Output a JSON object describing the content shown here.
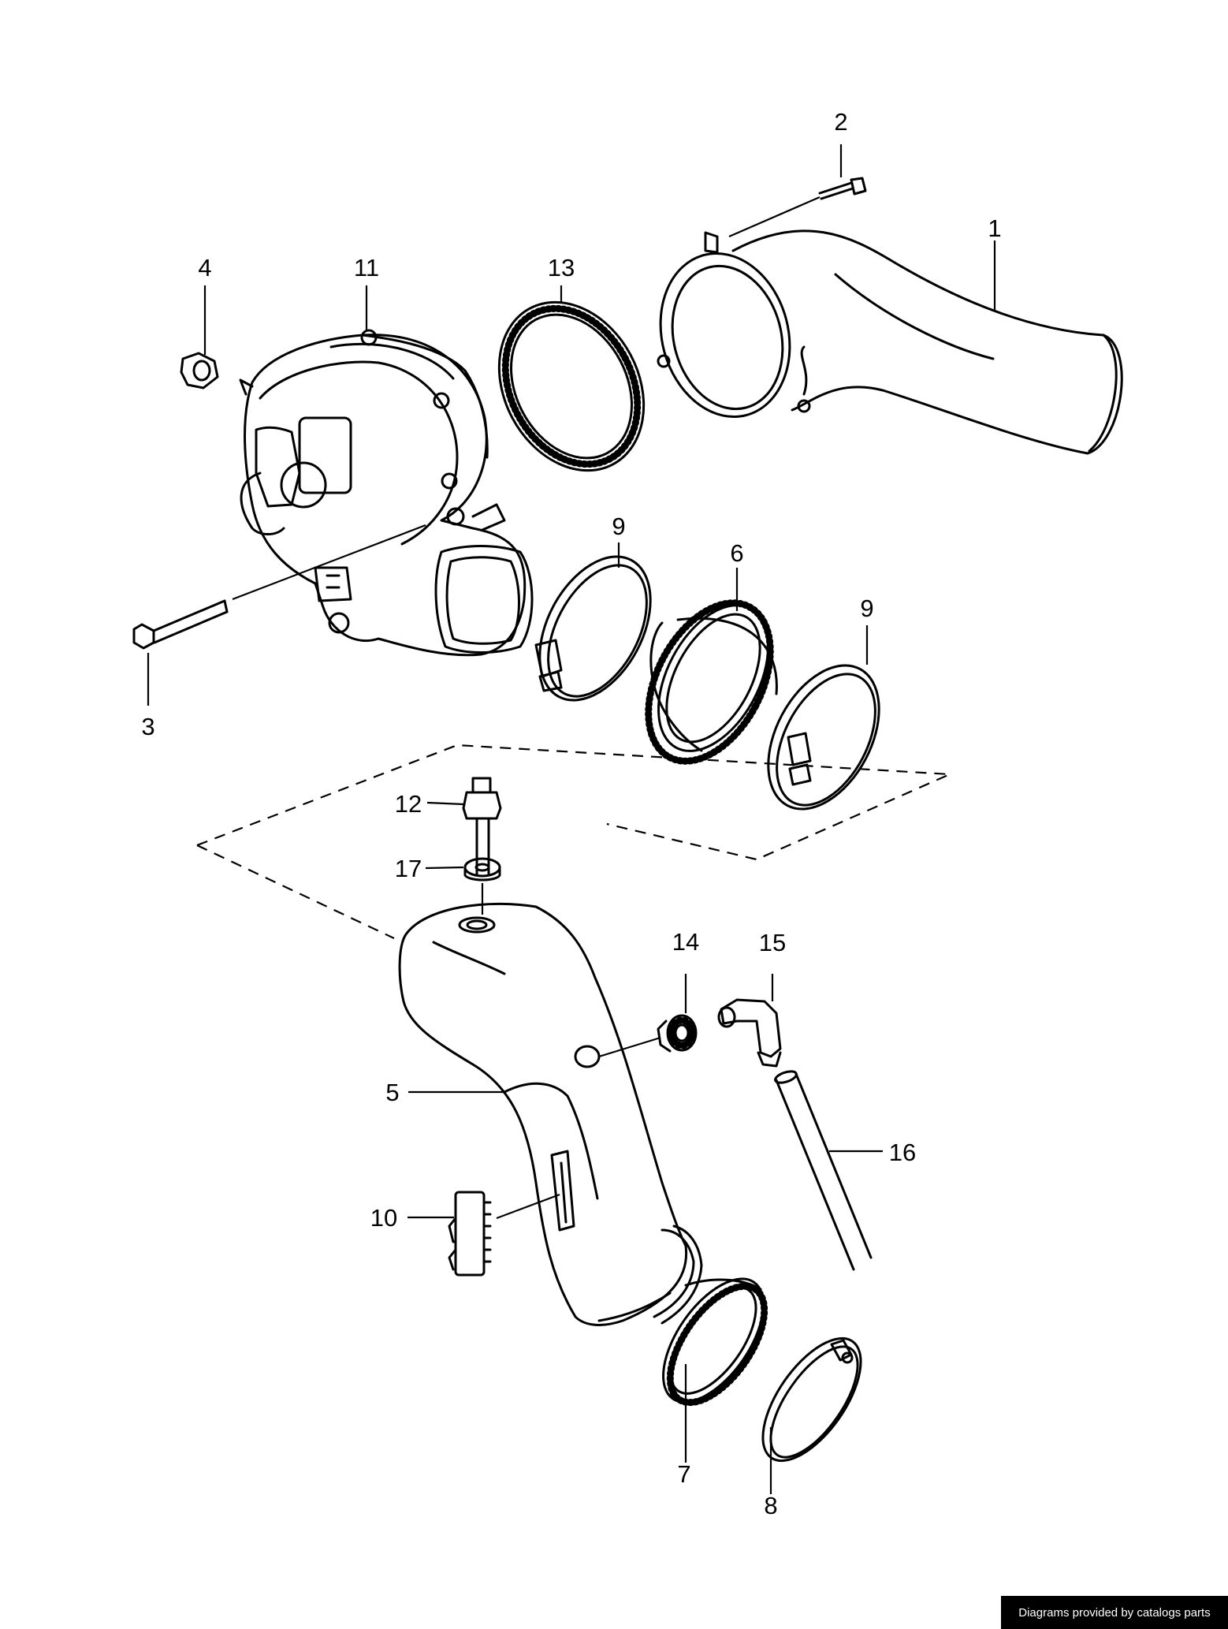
{
  "callouts": {
    "c1": "1",
    "c2": "2",
    "c3": "3",
    "c4": "4",
    "c5": "5",
    "c6": "6",
    "c7": "7",
    "c8": "8",
    "c9a": "9",
    "c9b": "9",
    "c10": "10",
    "c11": "11",
    "c12": "12",
    "c13": "13",
    "c14": "14",
    "c15": "15",
    "c16": "16",
    "c17": "17"
  },
  "credit": "Diagrams provided by catalogs parts",
  "colors": {
    "line": "#000000",
    "background": "#ffffff",
    "credit_bg": "#000000",
    "credit_text": "#ffffff"
  }
}
